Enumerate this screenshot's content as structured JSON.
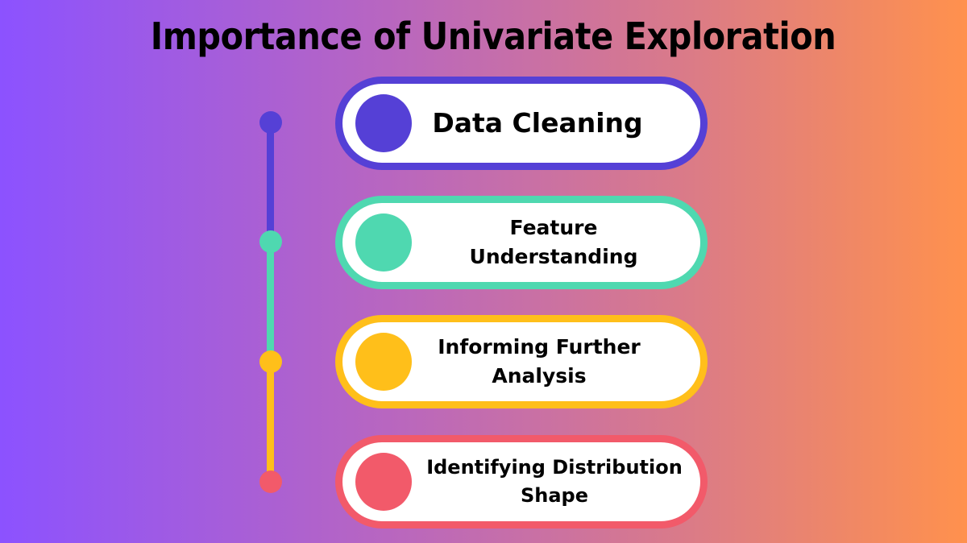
{
  "title": "Importance of Univariate Exploration",
  "colors": {
    "background_gradient": [
      "#8c52ff",
      "#ff914d"
    ],
    "item1": "#5540d6",
    "item2": "#4fd8b0",
    "item3": "#ffbf1a",
    "item4": "#f25a6a"
  },
  "items": [
    {
      "label": "Data Cleaning",
      "line1": "Data Cleaning",
      "line2": ""
    },
    {
      "label": "Feature Understanding",
      "line1": "Feature",
      "line2": "Understanding"
    },
    {
      "label": "Informing Further Analysis",
      "line1": "Informing Further",
      "line2": "Analysis"
    },
    {
      "label": "Identifying Distribution Shape",
      "line1": "Identifying Distribution",
      "line2": "Shape"
    }
  ]
}
